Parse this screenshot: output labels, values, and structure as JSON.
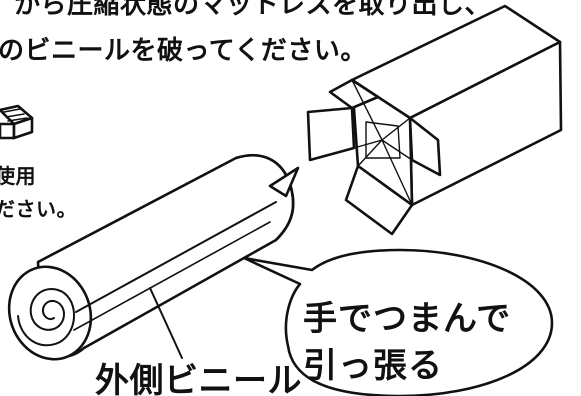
{
  "instructions": {
    "line1": "から圧縮状態のマットレスを取り出し、",
    "line2": "のビニールを破ってください。"
  },
  "side_note": {
    "line1": "使用",
    "line2": "ださい。"
  },
  "bubble": {
    "line1": "手でつまんで",
    "line2": "引っ張る"
  },
  "callout_label": "外側ビニール",
  "colors": {
    "ink": "#111111",
    "paper": "#ffffff"
  }
}
